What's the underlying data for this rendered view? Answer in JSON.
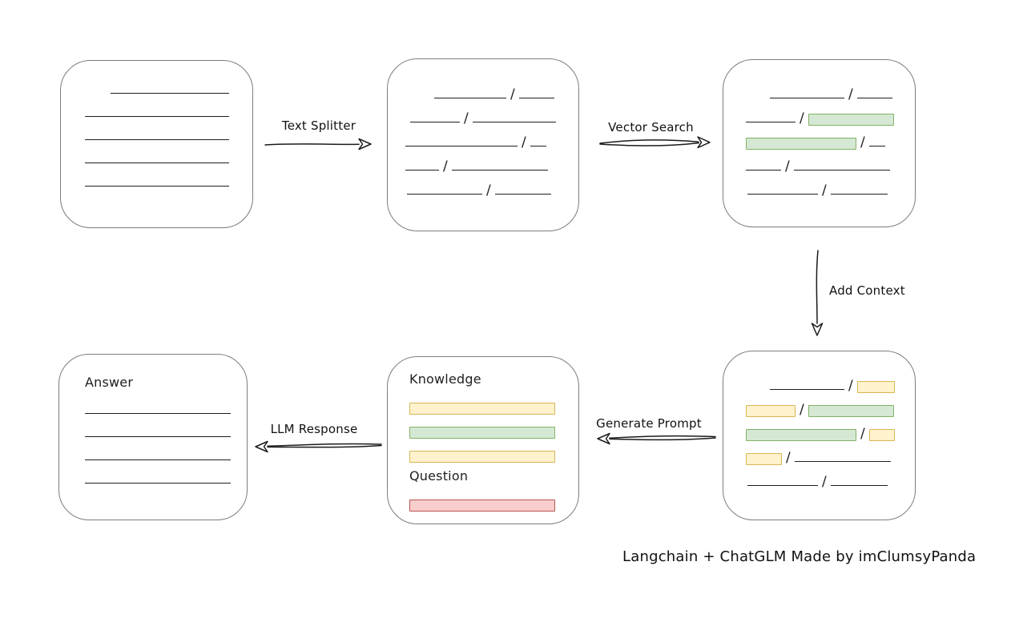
{
  "caption": "Langchain + ChatGLM Made by imClumsyPanda",
  "slash_char": "/",
  "labels": {
    "text_splitter": "Text Splitter",
    "vector_search": "Vector Search",
    "add_context": "Add Context",
    "generate_prompt": "Generate Prompt",
    "llm_response": "LLM Response"
  },
  "colors": {
    "green_fill": "#d5e8d4",
    "green_stroke": "#82b366",
    "yellow_fill": "#fff2cc",
    "yellow_stroke": "#d6b656",
    "red_fill": "#f8cecc",
    "red_stroke": "#b85450",
    "box_stroke": "#7d7d7d",
    "ink": "#1e1e1e"
  },
  "boxes": {
    "source_document": {
      "rows": [
        {
          "indent": 32,
          "segments": [
            {
              "t": "line",
              "w": 148
            }
          ]
        },
        {
          "indent": 0,
          "segments": [
            {
              "t": "line",
              "w": 180
            }
          ]
        },
        {
          "indent": 0,
          "segments": [
            {
              "t": "line",
              "w": 180
            }
          ]
        },
        {
          "indent": 0,
          "segments": [
            {
              "t": "line",
              "w": 180
            }
          ]
        },
        {
          "indent": 0,
          "segments": [
            {
              "t": "line",
              "w": 180
            }
          ]
        }
      ]
    },
    "split_chunks": {
      "rows": [
        {
          "indent": 36,
          "segments": [
            {
              "t": "line",
              "w": 90
            },
            {
              "t": "slash"
            },
            {
              "t": "line",
              "w": 44
            }
          ]
        },
        {
          "indent": 6,
          "segments": [
            {
              "t": "line",
              "w": 62
            },
            {
              "t": "slash"
            },
            {
              "t": "line",
              "w": 104
            }
          ]
        },
        {
          "indent": 0,
          "segments": [
            {
              "t": "line",
              "w": 140
            },
            {
              "t": "slash"
            },
            {
              "t": "line",
              "w": 20
            }
          ]
        },
        {
          "indent": 0,
          "segments": [
            {
              "t": "line",
              "w": 42
            },
            {
              "t": "slash"
            },
            {
              "t": "line",
              "w": 120
            }
          ]
        },
        {
          "indent": 2,
          "segments": [
            {
              "t": "line",
              "w": 94
            },
            {
              "t": "slash"
            },
            {
              "t": "line",
              "w": 70
            }
          ]
        }
      ]
    },
    "matched_chunks": {
      "rows": [
        {
          "indent": 30,
          "segments": [
            {
              "t": "line",
              "w": 93
            },
            {
              "t": "slash"
            },
            {
              "t": "line",
              "w": 44
            }
          ]
        },
        {
          "indent": 0,
          "segments": [
            {
              "t": "line",
              "w": 62
            },
            {
              "t": "slash"
            },
            {
              "t": "green",
              "w": 107
            }
          ]
        },
        {
          "indent": 0,
          "segments": [
            {
              "t": "green",
              "w": 138
            },
            {
              "t": "slash"
            },
            {
              "t": "line",
              "w": 20
            }
          ]
        },
        {
          "indent": 0,
          "segments": [
            {
              "t": "line",
              "w": 44
            },
            {
              "t": "slash"
            },
            {
              "t": "line",
              "w": 120
            }
          ]
        },
        {
          "indent": 2,
          "segments": [
            {
              "t": "line",
              "w": 88
            },
            {
              "t": "slash"
            },
            {
              "t": "line",
              "w": 71
            }
          ]
        }
      ]
    },
    "context_chunks": {
      "rows": [
        {
          "indent": 30,
          "segments": [
            {
              "t": "line",
              "w": 93
            },
            {
              "t": "slash"
            },
            {
              "t": "yellow",
              "w": 47
            }
          ]
        },
        {
          "indent": 0,
          "segments": [
            {
              "t": "yellow",
              "w": 62
            },
            {
              "t": "slash"
            },
            {
              "t": "green",
              "w": 107
            }
          ]
        },
        {
          "indent": 0,
          "segments": [
            {
              "t": "green",
              "w": 138
            },
            {
              "t": "slash"
            },
            {
              "t": "yellow",
              "w": 32
            }
          ]
        },
        {
          "indent": 0,
          "segments": [
            {
              "t": "yellow",
              "w": 45
            },
            {
              "t": "slash"
            },
            {
              "t": "line",
              "w": 120
            }
          ]
        },
        {
          "indent": 2,
          "segments": [
            {
              "t": "line",
              "w": 88
            },
            {
              "t": "slash"
            },
            {
              "t": "line",
              "w": 71
            }
          ]
        }
      ]
    },
    "prompt": {
      "rows": [
        {
          "segments": [
            {
              "t": "title",
              "text": "Knowledge"
            }
          ]
        },
        {
          "segments": [
            {
              "t": "yellow",
              "w": 182
            }
          ]
        },
        {
          "segments": [
            {
              "t": "green",
              "w": 182
            }
          ]
        },
        {
          "segments": [
            {
              "t": "yellow",
              "w": 182
            }
          ]
        },
        {
          "segments": [
            {
              "t": "title",
              "text": "Question"
            }
          ]
        },
        {
          "segments": [
            {
              "t": "red",
              "w": 182
            }
          ]
        }
      ]
    },
    "answer": {
      "rows": [
        {
          "segments": [
            {
              "t": "title",
              "text": "Answer"
            }
          ]
        },
        {
          "segments": [
            {
              "t": "line",
              "w": 182
            }
          ]
        },
        {
          "segments": [
            {
              "t": "line",
              "w": 182
            }
          ]
        },
        {
          "segments": [
            {
              "t": "line",
              "w": 182
            }
          ]
        },
        {
          "segments": [
            {
              "t": "line",
              "w": 182
            }
          ]
        }
      ]
    }
  }
}
